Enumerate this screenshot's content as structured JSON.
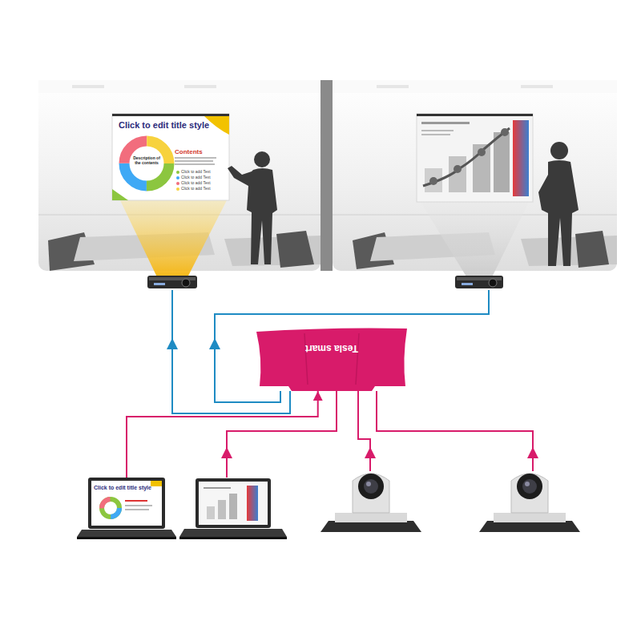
{
  "diagram": {
    "nodes": [
      {
        "text": [
          "Tesla smart"
        ]
      },
      {
        "text": [
          "Click to edit title style"
        ]
      }
    ],
    "edges": [
      {
        "from": 1,
        "to": 0,
        "arrow": "to"
      }
    ],
    "labels": [
      "Click to edit title style",
      "Contents",
      "Description of the contents",
      "Click to add Text",
      "Click to add Text",
      "Click to add Text",
      "Click to add Text"
    ]
  }
}
